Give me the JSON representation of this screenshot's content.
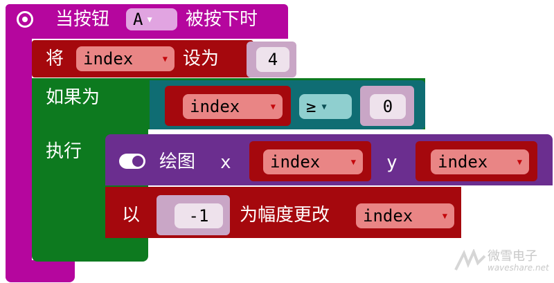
{
  "event": {
    "label_when": "当按钮",
    "button": "A",
    "label_pressed": "被按下时"
  },
  "set_block": {
    "label_set": "将",
    "variable": "index",
    "label_to": "设为",
    "value": "4"
  },
  "if_block": {
    "label_if": "如果为",
    "label_do": "执行",
    "condition": {
      "left": "index",
      "operator": "≥",
      "right": "0"
    }
  },
  "plot_block": {
    "label": "绘图",
    "x_label": "x",
    "x_var": "index",
    "y_label": "y",
    "y_var": "index"
  },
  "change_block": {
    "label_by": "以",
    "amount": "-1",
    "label_change": "为幅度更改",
    "variable": "index"
  },
  "watermark": {
    "brand": "微雪电子",
    "site": "waveshare.net"
  },
  "colors": {
    "event": "#b5069e",
    "variables": "#a5080d",
    "logic": "#0d7a1f",
    "comparison": "#0f6d73",
    "led": "#6b2e8f"
  }
}
